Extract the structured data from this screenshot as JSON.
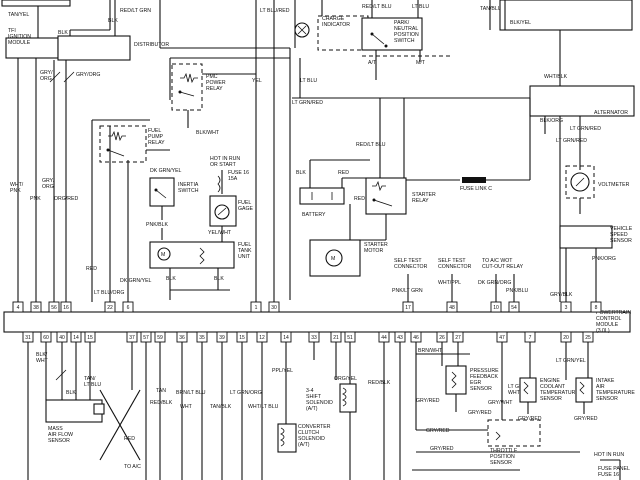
{
  "labels": {
    "tan_yel_top": "TAN/YEL",
    "red_lt_grn_top": "RED/LT GRN",
    "blk_top": "BLK",
    "lt_blu_red_top": "LT BLU/RED",
    "charge_indicator": "CHARGE\nINDICATOR",
    "red_lt_blu_top": "RED/LT BLU",
    "lt_blu_top": "LT BLU",
    "park_neutral": "PARK/\nNEUTRAL\nPOSITION\nSWITCH",
    "tan_blu_top": "TAN/BLU",
    "blk_right_top": "BLK/YEL",
    "tfi_module": "TFI\nIGNITION\nMODULE",
    "blk_tfi": "BLK",
    "distributor": "DISTRIBUTOR",
    "gry_org": "GRY/\nORG",
    "gry_org2": "GRY/ORG",
    "pwc_relay": "PMC\nPOWER\nRELAY",
    "yel": "YEL",
    "at": "A/T",
    "mt": "M/T",
    "wht_blk": "WHT/BLK",
    "alternator": "ALTERNATOR",
    "lt_grn_red": "LT GRN/RED",
    "lt_blu": "LT BLU",
    "fuel_pump_relay": "FUEL\nPUMP\nRELAY",
    "blk_wht": "BLK/WHT",
    "blk_org": "BLK/ORG",
    "lt_grn_red2": "LT GRN/RED",
    "red_lt_blu": "RED/LT BLU",
    "hot_in_run": "HOT IN RUN\nOR START",
    "fuse_16": "FUSE 16\n15A",
    "dk_grn_yel": "DK GRN/YEL",
    "inertia_switch": "INERTIA\nSWITCH",
    "fuel_gage": "FUEL\nGAGE",
    "lt_grn_red3": "LT GRN/RED",
    "voltmeter": "VOLTMETER",
    "blk_bat": "BLK",
    "red_bat": "RED",
    "fuse_link_c": "FUSE LINK C",
    "starter_relay": "STARTER\nRELAY",
    "battery": "BATTERY",
    "wht_pnk": "WHT/\nPNK",
    "pnk": "PNK",
    "gry_org3": "GRY/\nORG",
    "org_red": "ORG/RED",
    "pnk_blk": "PNK/BLK",
    "yel_wht": "YEL/WHT",
    "fuel_tank_unit": "FUEL\nTANK\nUNIT",
    "starter_motor": "STARTER\nMOTOR",
    "red_starter": "RED",
    "self_test_conn1": "SELF TEST\nCONNECTOR",
    "self_test_conn2": "SELF TEST\nCONNECTOR",
    "to_ac": "TO A/C WOT\nCUT-OUT RELAY",
    "vehicle_speed": "VEHICLE\nSPEED\nSENSOR",
    "blk_tank": "BLK",
    "blk2": "BLK",
    "pnk_org": "PNK/ORG",
    "red": "RED",
    "lt_blu_org": "LT BLU/ORG",
    "dk_grn_yel2": "DK GRN/YEL",
    "pnk_lt_grn": "PNK/LT GRN",
    "wht_ppl": "WHT/PPL",
    "dk_grn_org": "DK GRN/ORG",
    "pnk_blu": "PNK/BLU",
    "gry_blk": "GRY/BLK",
    "pwr_module": "POWERTRAIN\nCONTROL\nMODULE\n(3.0L)",
    "blk_wht2": "BLK/\nWHT",
    "tan_lt_blu": "TAN/\nLT BLU",
    "blk2b": "BLK",
    "mass_air": "MASS\nAIR FLOW\nSENSOR",
    "tan": "TAN",
    "red_blk": "RED/BLK",
    "brn_lt_blu": "BRN/LT BLU",
    "wht": "WHT",
    "tan_blk": "TAN/BLK",
    "lt_grn_org": "LT GRN/ORG",
    "wht_lt_blu": "WHT/LT BLU",
    "ppl_yel": "PPL/YEL",
    "shift_3_4": "3-4\nSHIFT\nSOLENOID\n(A/T)",
    "org_yel": "ORG/YEL",
    "converter_clutch": "CONVERTER\nCLUTCH\nSOLENOID\n(A/T)",
    "red_blk2": "RED/BLK",
    "brn_wht": "BRN/WHT",
    "pressure_fb": "PRESSURE\nFEEDBACK\nEGR\nSENSOR",
    "gry_wht": "GRY/WHT",
    "lt_grn_wht": "LT GRN/\nWHT",
    "engine_coolant": "ENGINE\nCOOLANT\nTEMPERATURE\nSENSOR",
    "intake_air": "INTAKE\nAIR\nTEMPERATURE\nSENSOR",
    "gry_red": "GRY/RED",
    "throttle_pos": "THROTTLE\nPOSITION\nSENSOR",
    "lt_grn_yel": "LT GRN/YEL",
    "gry_red2": "GRY/RED",
    "gry_red3": "GRY/RED",
    "gry_red4": "GRY/RED",
    "gry_red5": "GRY/RED",
    "hot_in_run2": "HOT IN RUN",
    "fuse_panel": "FUSE PANEL\nFUSE 16",
    "to_ac_bottom": "TO A/C",
    "blk_wht3": "BLK/\nWHT",
    "blk3": "BLK",
    "brn_wht2": "BRN/WHT",
    "yel2": "YEL",
    "blk4": "BLK"
  },
  "pins_top": [
    "4",
    "38",
    "56",
    "16",
    "22",
    "6",
    "1",
    "30",
    "17",
    "48",
    "10",
    "54",
    "3",
    "8"
  ],
  "pins_bottom": [
    "31",
    "60",
    "40",
    "14",
    "15",
    "37",
    "57",
    "59",
    "36",
    "35",
    "39",
    "15",
    "12",
    "14",
    "33",
    "21",
    "51",
    "44",
    "43",
    "46",
    "26",
    "27",
    "47",
    "7",
    "20",
    "25"
  ],
  "icons": {
    "relay": "relay-icon",
    "battery": "battery-icon",
    "motor": "motor-icon",
    "gauge": "gauge-icon",
    "switch": "switch-icon",
    "sensor": "sensor-icon",
    "solenoid": "solenoid-icon"
  }
}
